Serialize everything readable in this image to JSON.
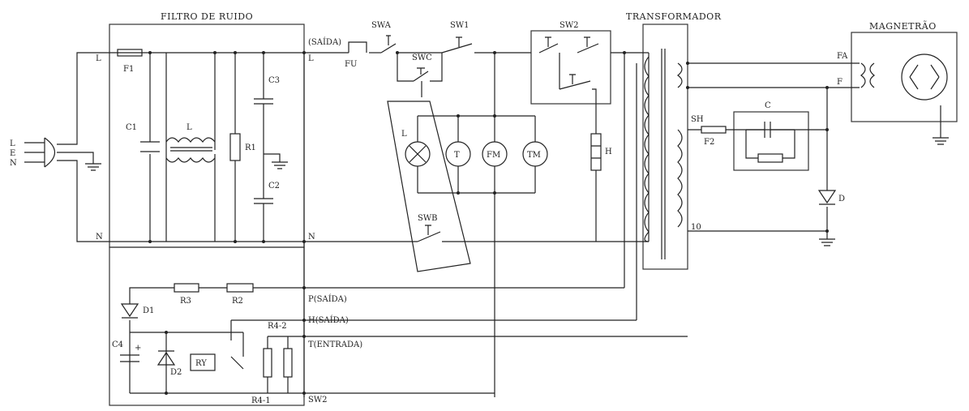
{
  "diagram": {
    "blocks": {
      "noise_filter": "FILTRO DE RUIDO",
      "transformer": "TRANSFORMADOR",
      "magnetron": "MAGNETRÃO"
    },
    "inputs": {
      "l": "L",
      "e": "E",
      "n": "N"
    },
    "nodes": {
      "filter_in_l": "L",
      "filter_in_n": "N",
      "filter_out_l": "L",
      "filter_out_n": "N",
      "out_label": "(SAÍDA)",
      "p_saida": "P(SAÍDA)",
      "h_saida": "H(SAÍDA)",
      "t_entrada": "T(ENTRADA)",
      "sw2_term": "SW2",
      "sh": "SH",
      "t10": "10",
      "fa": "FA",
      "f": "F"
    },
    "components": {
      "f1": "F1",
      "c1": "C1",
      "l": "L",
      "r1": "R1",
      "c3": "C3",
      "c2": "C2",
      "fu": "FU",
      "swa": "SWA",
      "swc": "SWC",
      "sw1": "SW1",
      "sw2": "SW2",
      "swb": "SWB",
      "lamp": "L",
      "t": "T",
      "fm": "FM",
      "tm": "TM",
      "h": "H",
      "r3": "R3",
      "r2": "R2",
      "d1": "D1",
      "c4": "C4",
      "c4_plus": "+",
      "d2": "D2",
      "ry": "RY",
      "r4_2": "R4-2",
      "r4_1": "R4-1",
      "f2": "F2",
      "c": "C",
      "d": "D"
    }
  }
}
